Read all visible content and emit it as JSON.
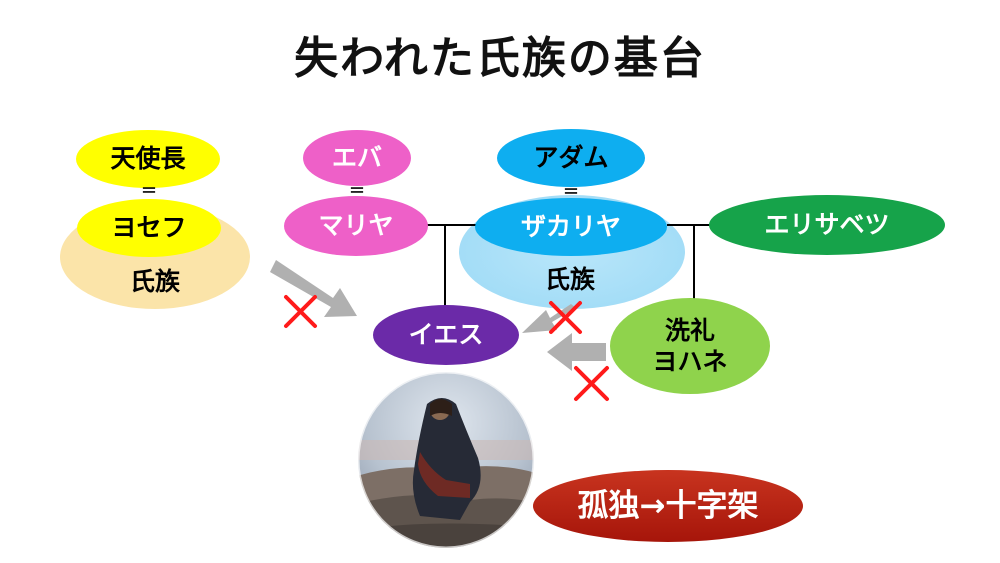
{
  "title": "失われた氏族の基台",
  "nodes": {
    "archangel": "天使長",
    "joseph": "ヨセフ",
    "joseph_clan": "氏族",
    "eve": "エバ",
    "mary": "マリヤ",
    "adam": "アダム",
    "zechariah": "ザカリヤ",
    "zechariah_clan": "氏族",
    "elizabeth": "エリサベツ",
    "jesus": "イエス",
    "john_line1": "洗礼",
    "john_line2": "ヨハネ",
    "isolation": "孤独→十字架"
  },
  "equal_sign": "＝",
  "colors": {
    "yellow": "#ffff00",
    "clan_beige": "#fbe4a9",
    "pink": "#ee60c8",
    "blue": "#0eaef0",
    "clan_light_blue": "#a6def7",
    "green": "#16a34a",
    "purple": "#6b2aa8",
    "light_green": "#8fd34c",
    "red": "#b71c0f",
    "cross_red": "#ff1a1a",
    "arrow_gray": "#b0b0b0"
  }
}
